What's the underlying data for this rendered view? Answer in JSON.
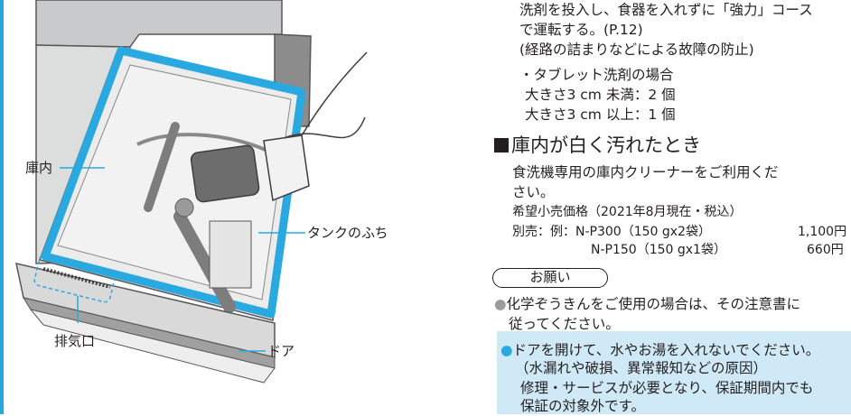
{
  "illustration": {
    "labels": {
      "interior": "庫内",
      "tank_rim": "タンクのふち",
      "exhaust": "排気口",
      "door": "ドア"
    },
    "colors": {
      "accent_blue": "#2aa9e0",
      "panel_gray": "#c9cacb",
      "dark_gray": "#595757"
    }
  },
  "text": {
    "top_lines": [
      "洗剤を投入し、食器を入れずに「強力」コース",
      "で運転する。(P.12)",
      "(経路の詰まりなどによる故障の防止)",
      "・タブレット洗剤の場合",
      "大きさ3 cm 未満：2 個",
      "大きさ3 cm 以上：1 個"
    ],
    "heading": "庫内が白く汚れたとき",
    "cleaner_lines": [
      "食洗機専用の庫内クリーナーをご利用くだ",
      "さい。"
    ],
    "price_note": "希望小売価格（2021年8月現在・税込）",
    "products": [
      {
        "label": "別売：例：N-P300（150 gx2袋）",
        "price": "1,100円"
      },
      {
        "label": "N-P150（150 gx1袋）",
        "price": "660円"
      }
    ],
    "request_label": "お願い",
    "request_lines": [
      "化学ぞうきんをご使用の場合は、その注意書に",
      "従ってください。"
    ],
    "warning_lines": [
      "ドアを開けて、水やお湯を入れないでください。",
      "（水漏れや破損、異常報知などの原因）",
      "修理・サービスが必要となり、保証期間内でも",
      "保証の対象外です。"
    ],
    "bullet": "●"
  }
}
